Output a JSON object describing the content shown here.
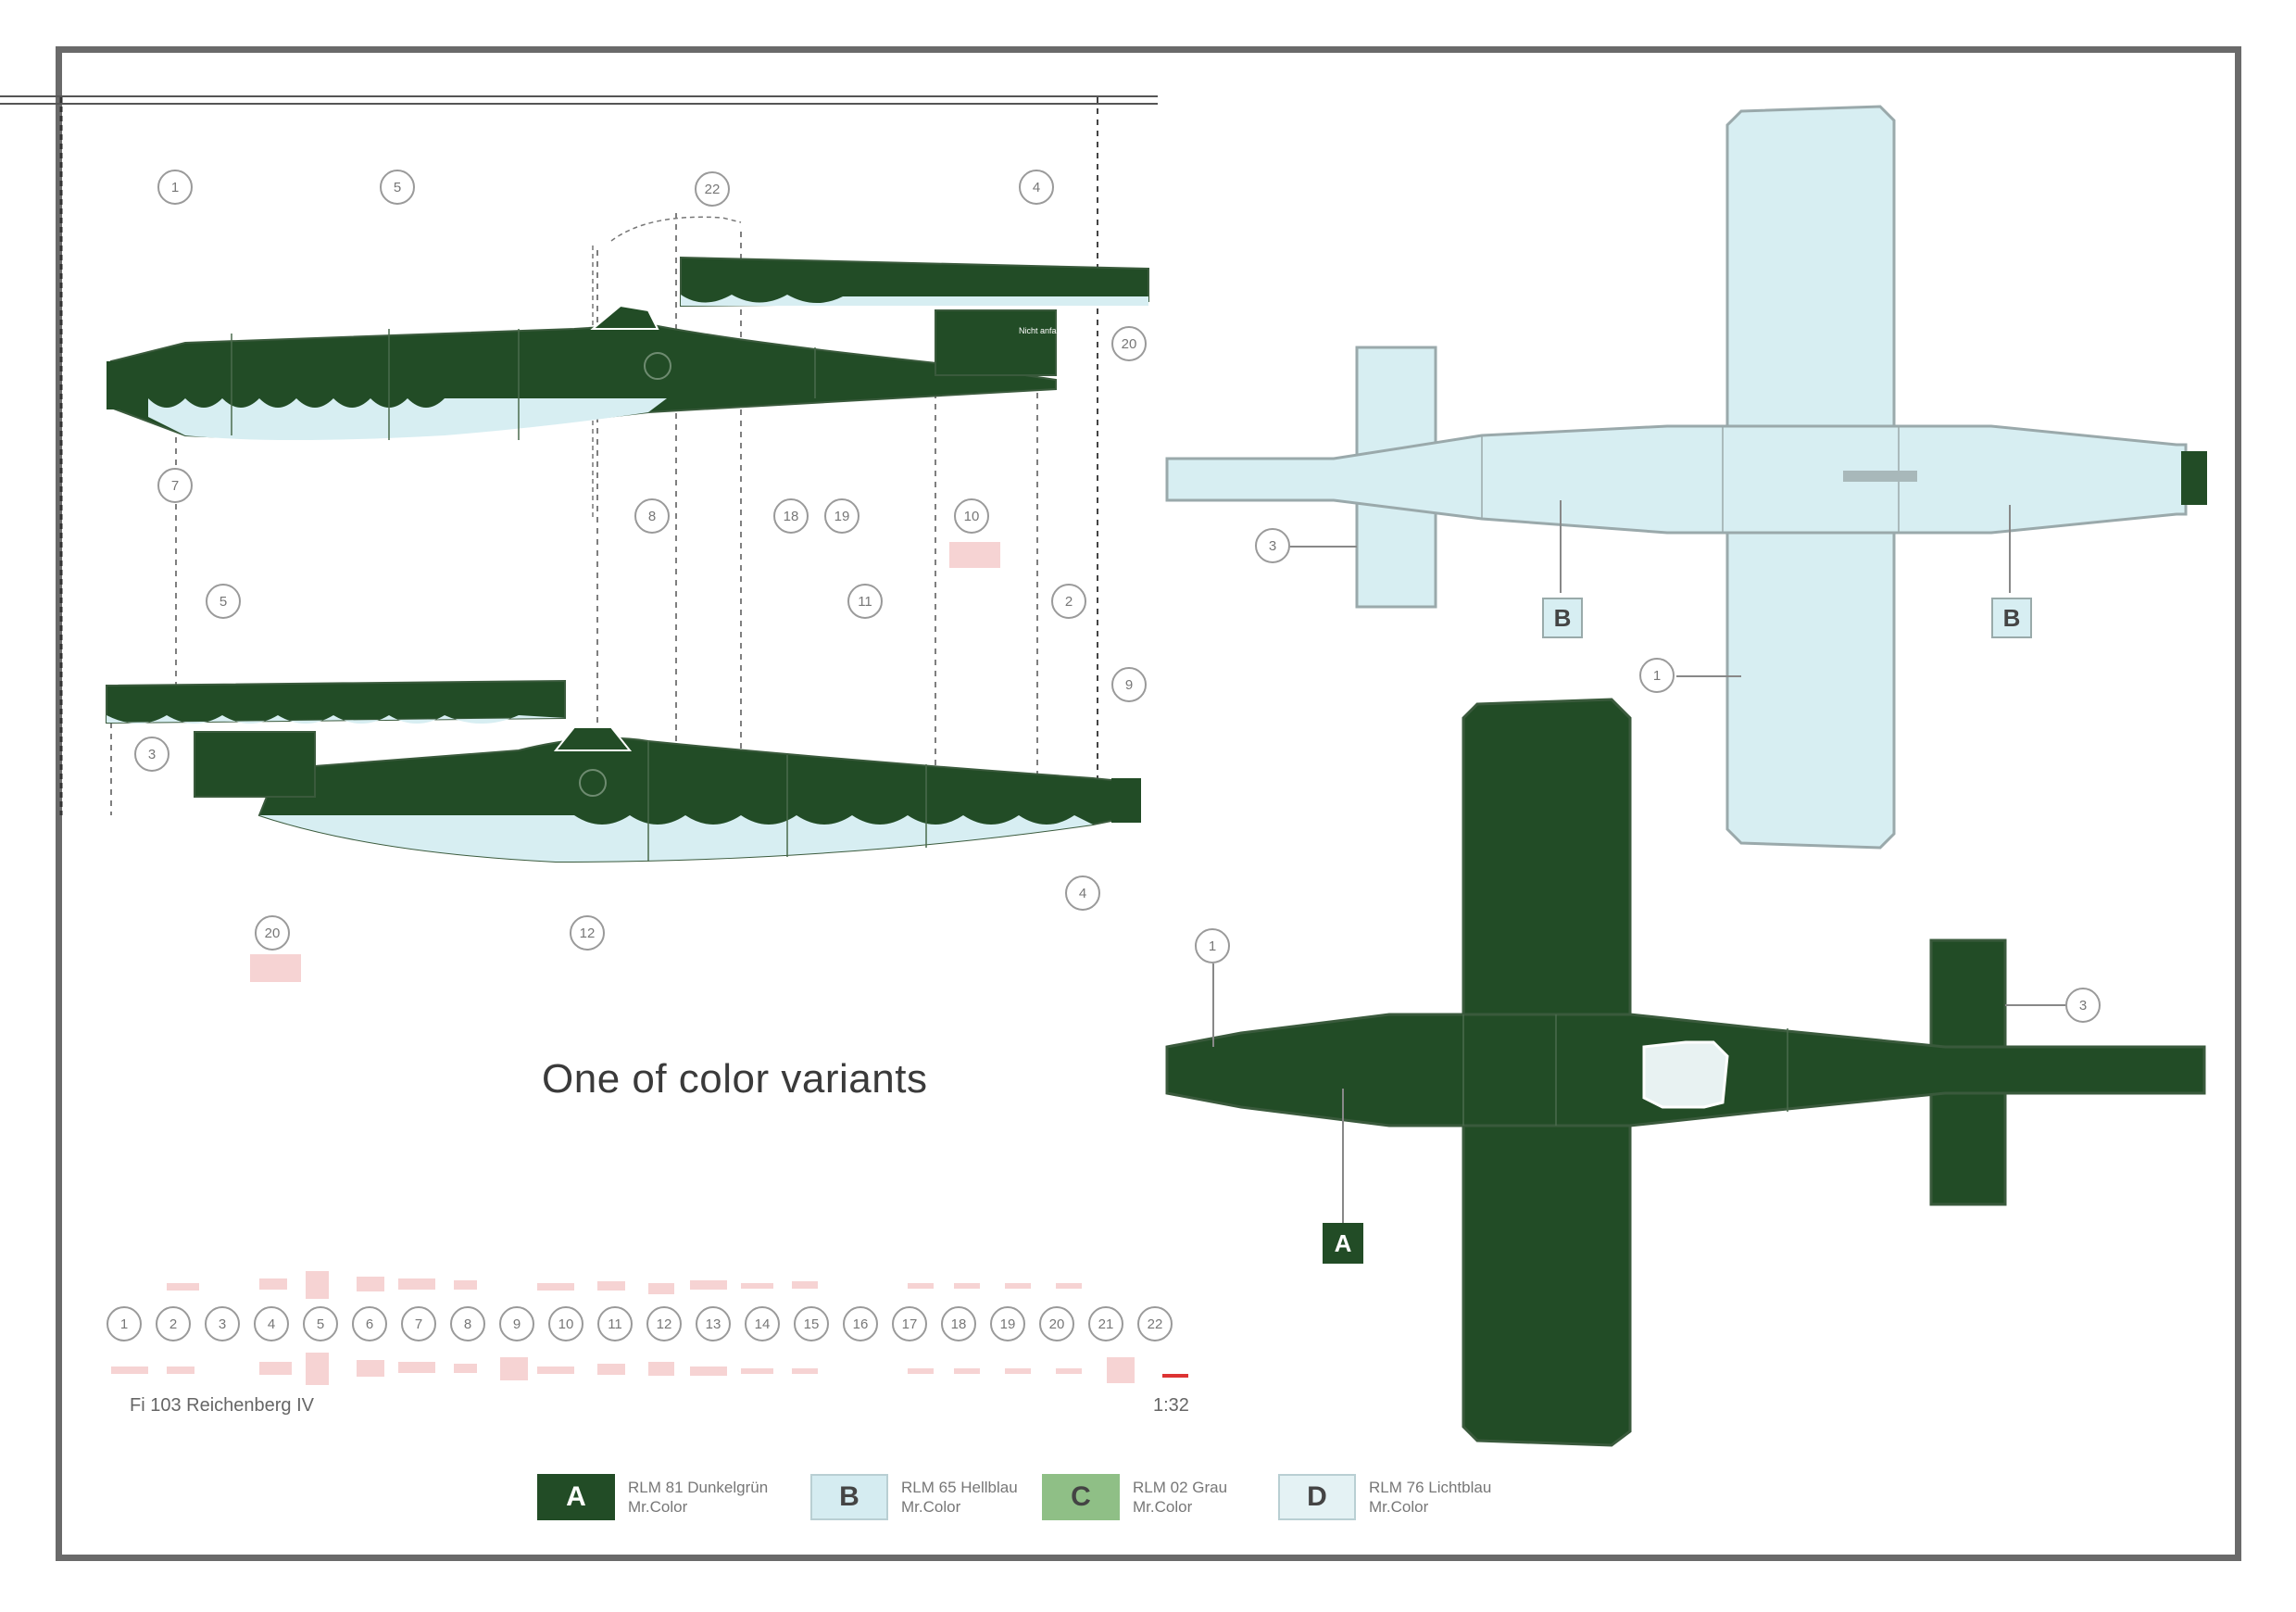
{
  "caption": "One of color variants",
  "footer": {
    "left": "Fi 103 Reichenberg IV",
    "right": "1:32"
  },
  "decal_numbers": [
    "1",
    "2",
    "3",
    "4",
    "5",
    "6",
    "7",
    "8",
    "9",
    "10",
    "11",
    "12",
    "13",
    "14",
    "15",
    "16",
    "17",
    "18",
    "19",
    "20",
    "21",
    "22"
  ],
  "legend": [
    {
      "letter": "A",
      "line1": "RLM 81 Dunkelgrün",
      "line2": "Mr.Color",
      "fill": "#224c26",
      "fg": "#ffffff"
    },
    {
      "letter": "B",
      "line1": "RLM 65 Hellblau",
      "line2": "Mr.Color",
      "fill": "#d5ecf1",
      "fg": "#444444"
    },
    {
      "letter": "C",
      "line1": "RLM 02 Grau",
      "line2": "Mr.Color",
      "fill": "#8fbf86",
      "fg": "#444444"
    },
    {
      "letter": "D",
      "line1": "RLM 76 Lichtblau",
      "line2": "Mr.Color",
      "fill": "#e4f2f4",
      "fg": "#444444"
    }
  ],
  "badges": {
    "top_b1": "B",
    "top_b2": "B",
    "bottom_a": "A"
  },
  "stencils": {
    "nicht_anfassen": "Nicht anfassen"
  },
  "colors": {
    "dark_green": "#224c26",
    "light_blue": "#d7eef2",
    "outline": "#9aa9ab",
    "frame": "#6a6a6a"
  },
  "callouts": {
    "side1": [
      "1",
      "5",
      "22",
      "4",
      "20",
      "7",
      "8",
      "18",
      "19",
      "10"
    ],
    "side2": [
      "5",
      "11",
      "2",
      "9",
      "3",
      "20",
      "12",
      "4"
    ],
    "top": [
      "3",
      "1",
      "B",
      "B"
    ],
    "bottom": [
      "1",
      "3",
      "A"
    ]
  }
}
